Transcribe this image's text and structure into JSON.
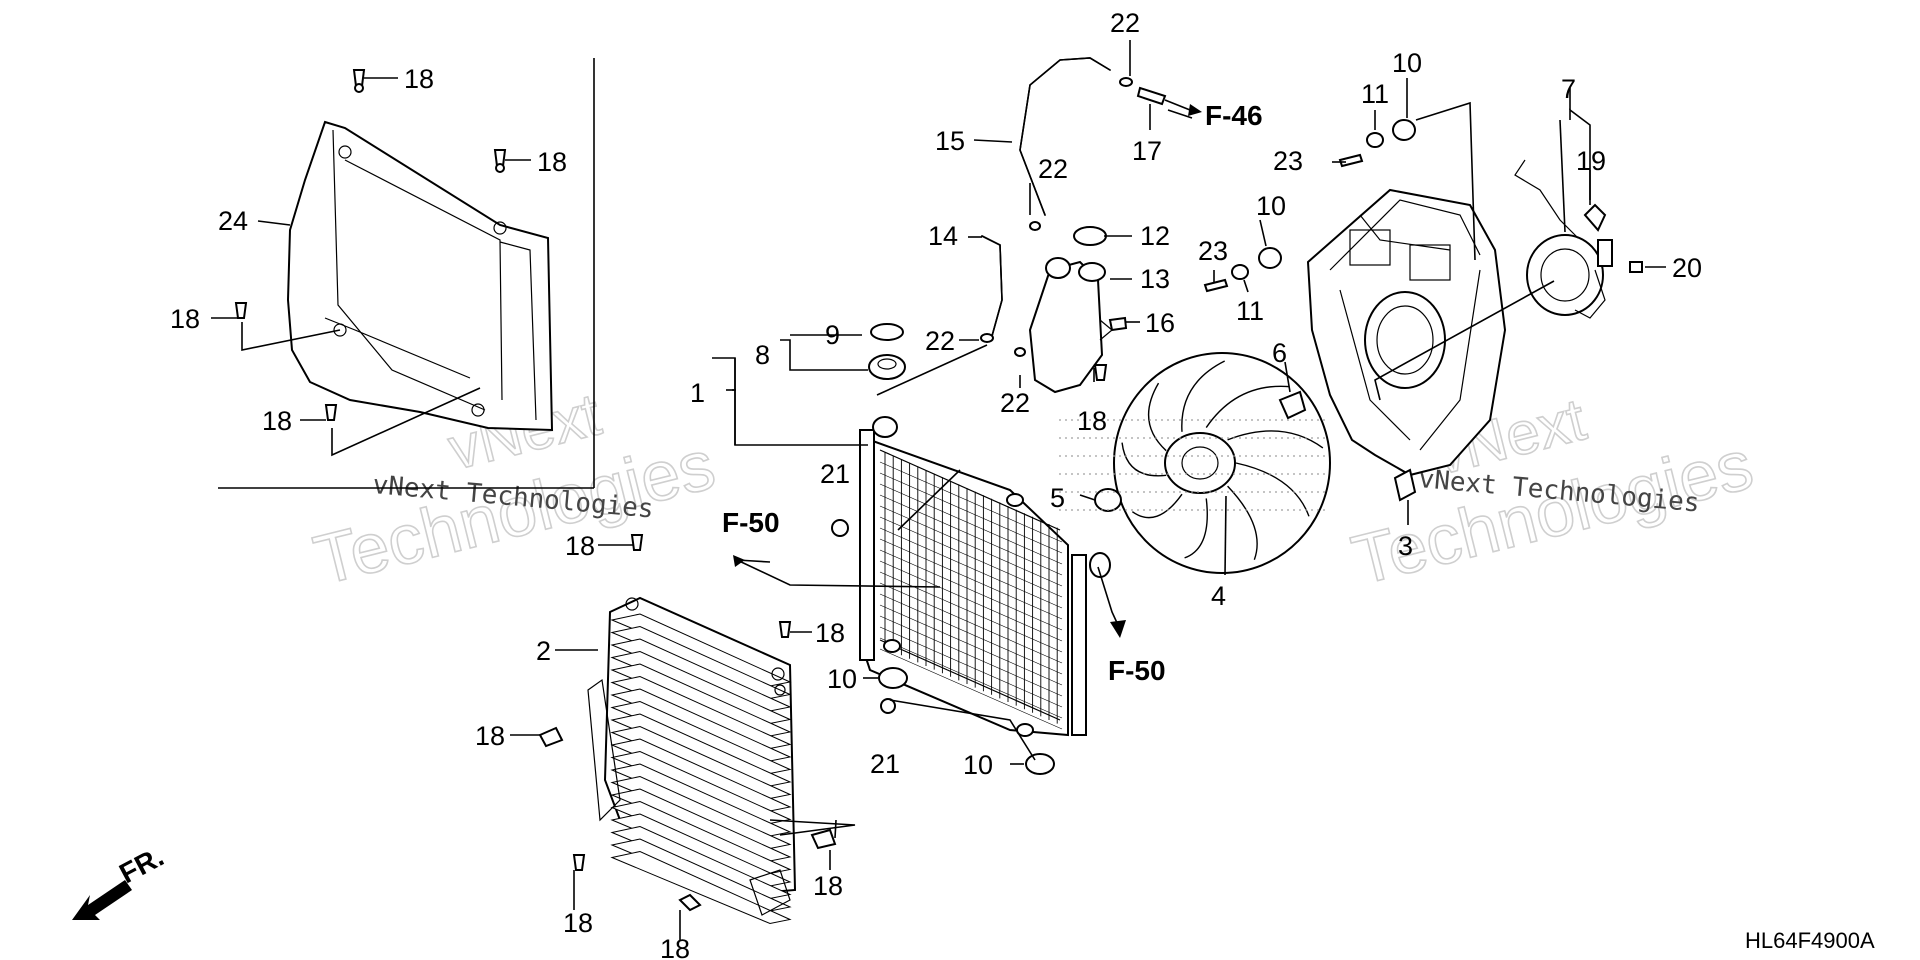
{
  "labels": {
    "l1": "1",
    "l2": "2",
    "l3": "3",
    "l4": "4",
    "l5": "5",
    "l6": "6",
    "l7": "7",
    "l8": "8",
    "l9": "9",
    "l10a": "10",
    "l10b": "10",
    "l10c": "10",
    "l10d": "10",
    "l11a": "11",
    "l11b": "11",
    "l12": "12",
    "l13": "13",
    "l14": "14",
    "l15": "15",
    "l16": "16",
    "l17": "17",
    "l18a": "18",
    "l18b": "18",
    "l18c": "18",
    "l18d": "18",
    "l18e": "18",
    "l18f": "18",
    "l18g": "18",
    "l18h": "18",
    "l18i": "18",
    "l18j": "18",
    "l18k": "18",
    "l19": "19",
    "l20": "20",
    "l21a": "21",
    "l21b": "21",
    "l22a": "22",
    "l22b": "22",
    "l22c": "22",
    "l22d": "22",
    "l23a": "23",
    "l23b": "23",
    "l24": "24"
  },
  "references": {
    "f46": "F-46",
    "f50a": "F-50",
    "f50b": "F-50"
  },
  "front_marker": "FR.",
  "diagram_code": "HL64F4900A",
  "watermarks": {
    "company": "vNext Technologies",
    "technologies": "Technologies",
    "vnext": "vNext"
  }
}
